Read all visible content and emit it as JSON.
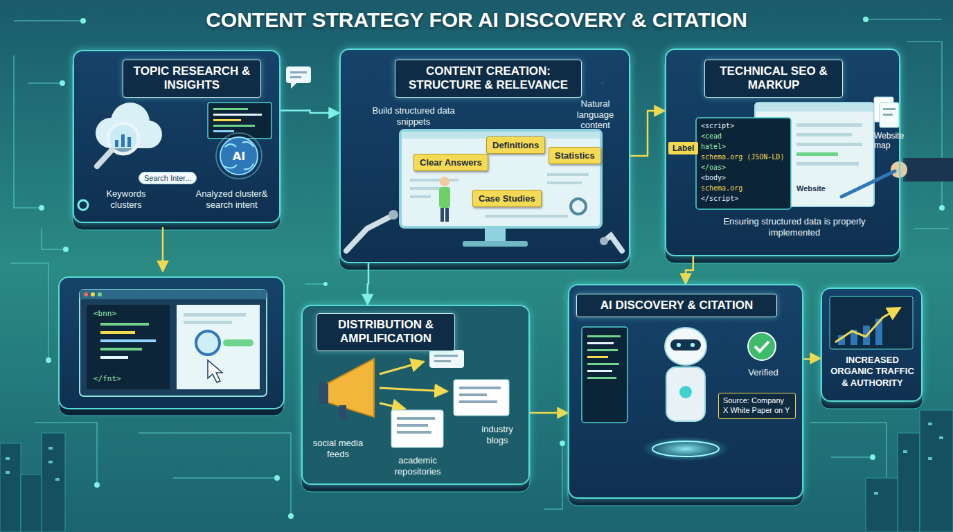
{
  "diagram": {
    "title": "CONTENT STRATEGY FOR AI DISCOVERY & CITATION",
    "nodes": [
      {
        "text": [
          "TOPIC RESEARCH & INSIGHTS",
          "Keywords clusters",
          "Analyzed cluster& search intent"
        ]
      },
      {
        "text": [
          "CONTENT CREATION: STRUCTURE & RELEVANCE",
          "Build structured data snippets",
          "Natural language content"
        ]
      },
      {
        "text": [
          "Clear Answers"
        ],
        "in": 1
      },
      {
        "text": [
          "Definitions"
        ],
        "in": 1
      },
      {
        "text": [
          "Statistics"
        ],
        "in": 1
      },
      {
        "text": [
          "Case Studies"
        ],
        "in": 1
      },
      {
        "text": [
          "TECHNICAL SEO & MARKUP",
          "Ensuring structured data is properly implemented"
        ]
      },
      {
        "text": [
          "DISTRIBUTION & AMPLIFICATION",
          "social media feeds",
          "academic repositories",
          "industry blogs"
        ]
      },
      {
        "text": [
          "AI DISCOVERY & CITATION",
          "Verified"
        ]
      },
      {
        "text": [
          "Source: Company X White Paper on Y"
        ],
        "in": 8
      },
      {
        "text": [
          "INCREASED ORGANIC TRAFFIC & AUTHORITY"
        ]
      }
    ],
    "edges": [
      {
        "from": 0,
        "to": 1,
        "arrow": "to"
      },
      {
        "from": 1,
        "to": 6,
        "arrow": "to"
      },
      {
        "from": 1,
        "to": 7,
        "arrow": "to"
      },
      {
        "from": 7,
        "to": 8,
        "arrow": "to"
      },
      {
        "from": 6,
        "to": 8,
        "arrow": "to"
      },
      {
        "from": 8,
        "to": 10,
        "arrow": "to"
      }
    ],
    "labels": [
      "Search Inter...",
      "AI",
      "<bnn>",
      "</fnt>",
      "Label",
      "<script>",
      "<cead",
      "hatel>",
      "schema.org (JSON-LD)",
      "</oas>",
      "<body>",
      "schema.org",
      "</script>",
      "Website map",
      "Website"
    ]
  }
}
